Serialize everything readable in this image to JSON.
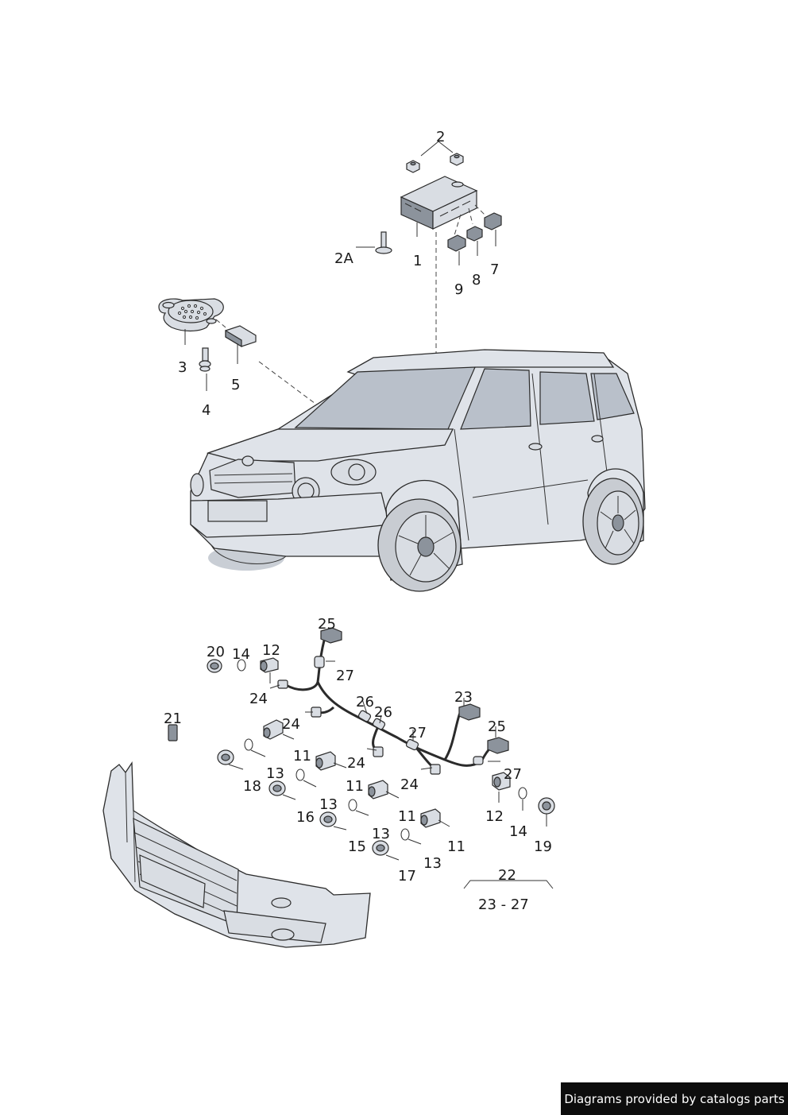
{
  "footer": {
    "credit": "Diagrams provided by catalogs parts"
  },
  "callouts": {
    "c2": "2",
    "c2A": "2A",
    "c1": "1",
    "c9": "9",
    "c8": "8",
    "c7": "7",
    "c3": "3",
    "c5": "5",
    "c4": "4",
    "c25a": "25",
    "c20": "20",
    "c14a": "14",
    "c12a": "12",
    "c27a": "27",
    "c24a": "24",
    "c26a": "26",
    "c26b": "26",
    "c23": "23",
    "c21": "21",
    "c24b": "24",
    "c27b": "27",
    "c25b": "25",
    "c11a": "11",
    "c24c": "24",
    "c13a": "13",
    "c18": "18",
    "c11b": "11",
    "c24d": "24",
    "c27c": "27",
    "c16": "16",
    "c13b": "13",
    "c11c": "11",
    "c12b": "12",
    "c14b": "14",
    "c19": "19",
    "c15": "15",
    "c13c": "13",
    "c11d": "11",
    "c13d": "13",
    "c17": "17",
    "c22": "22",
    "c2327": "23 - 27"
  }
}
